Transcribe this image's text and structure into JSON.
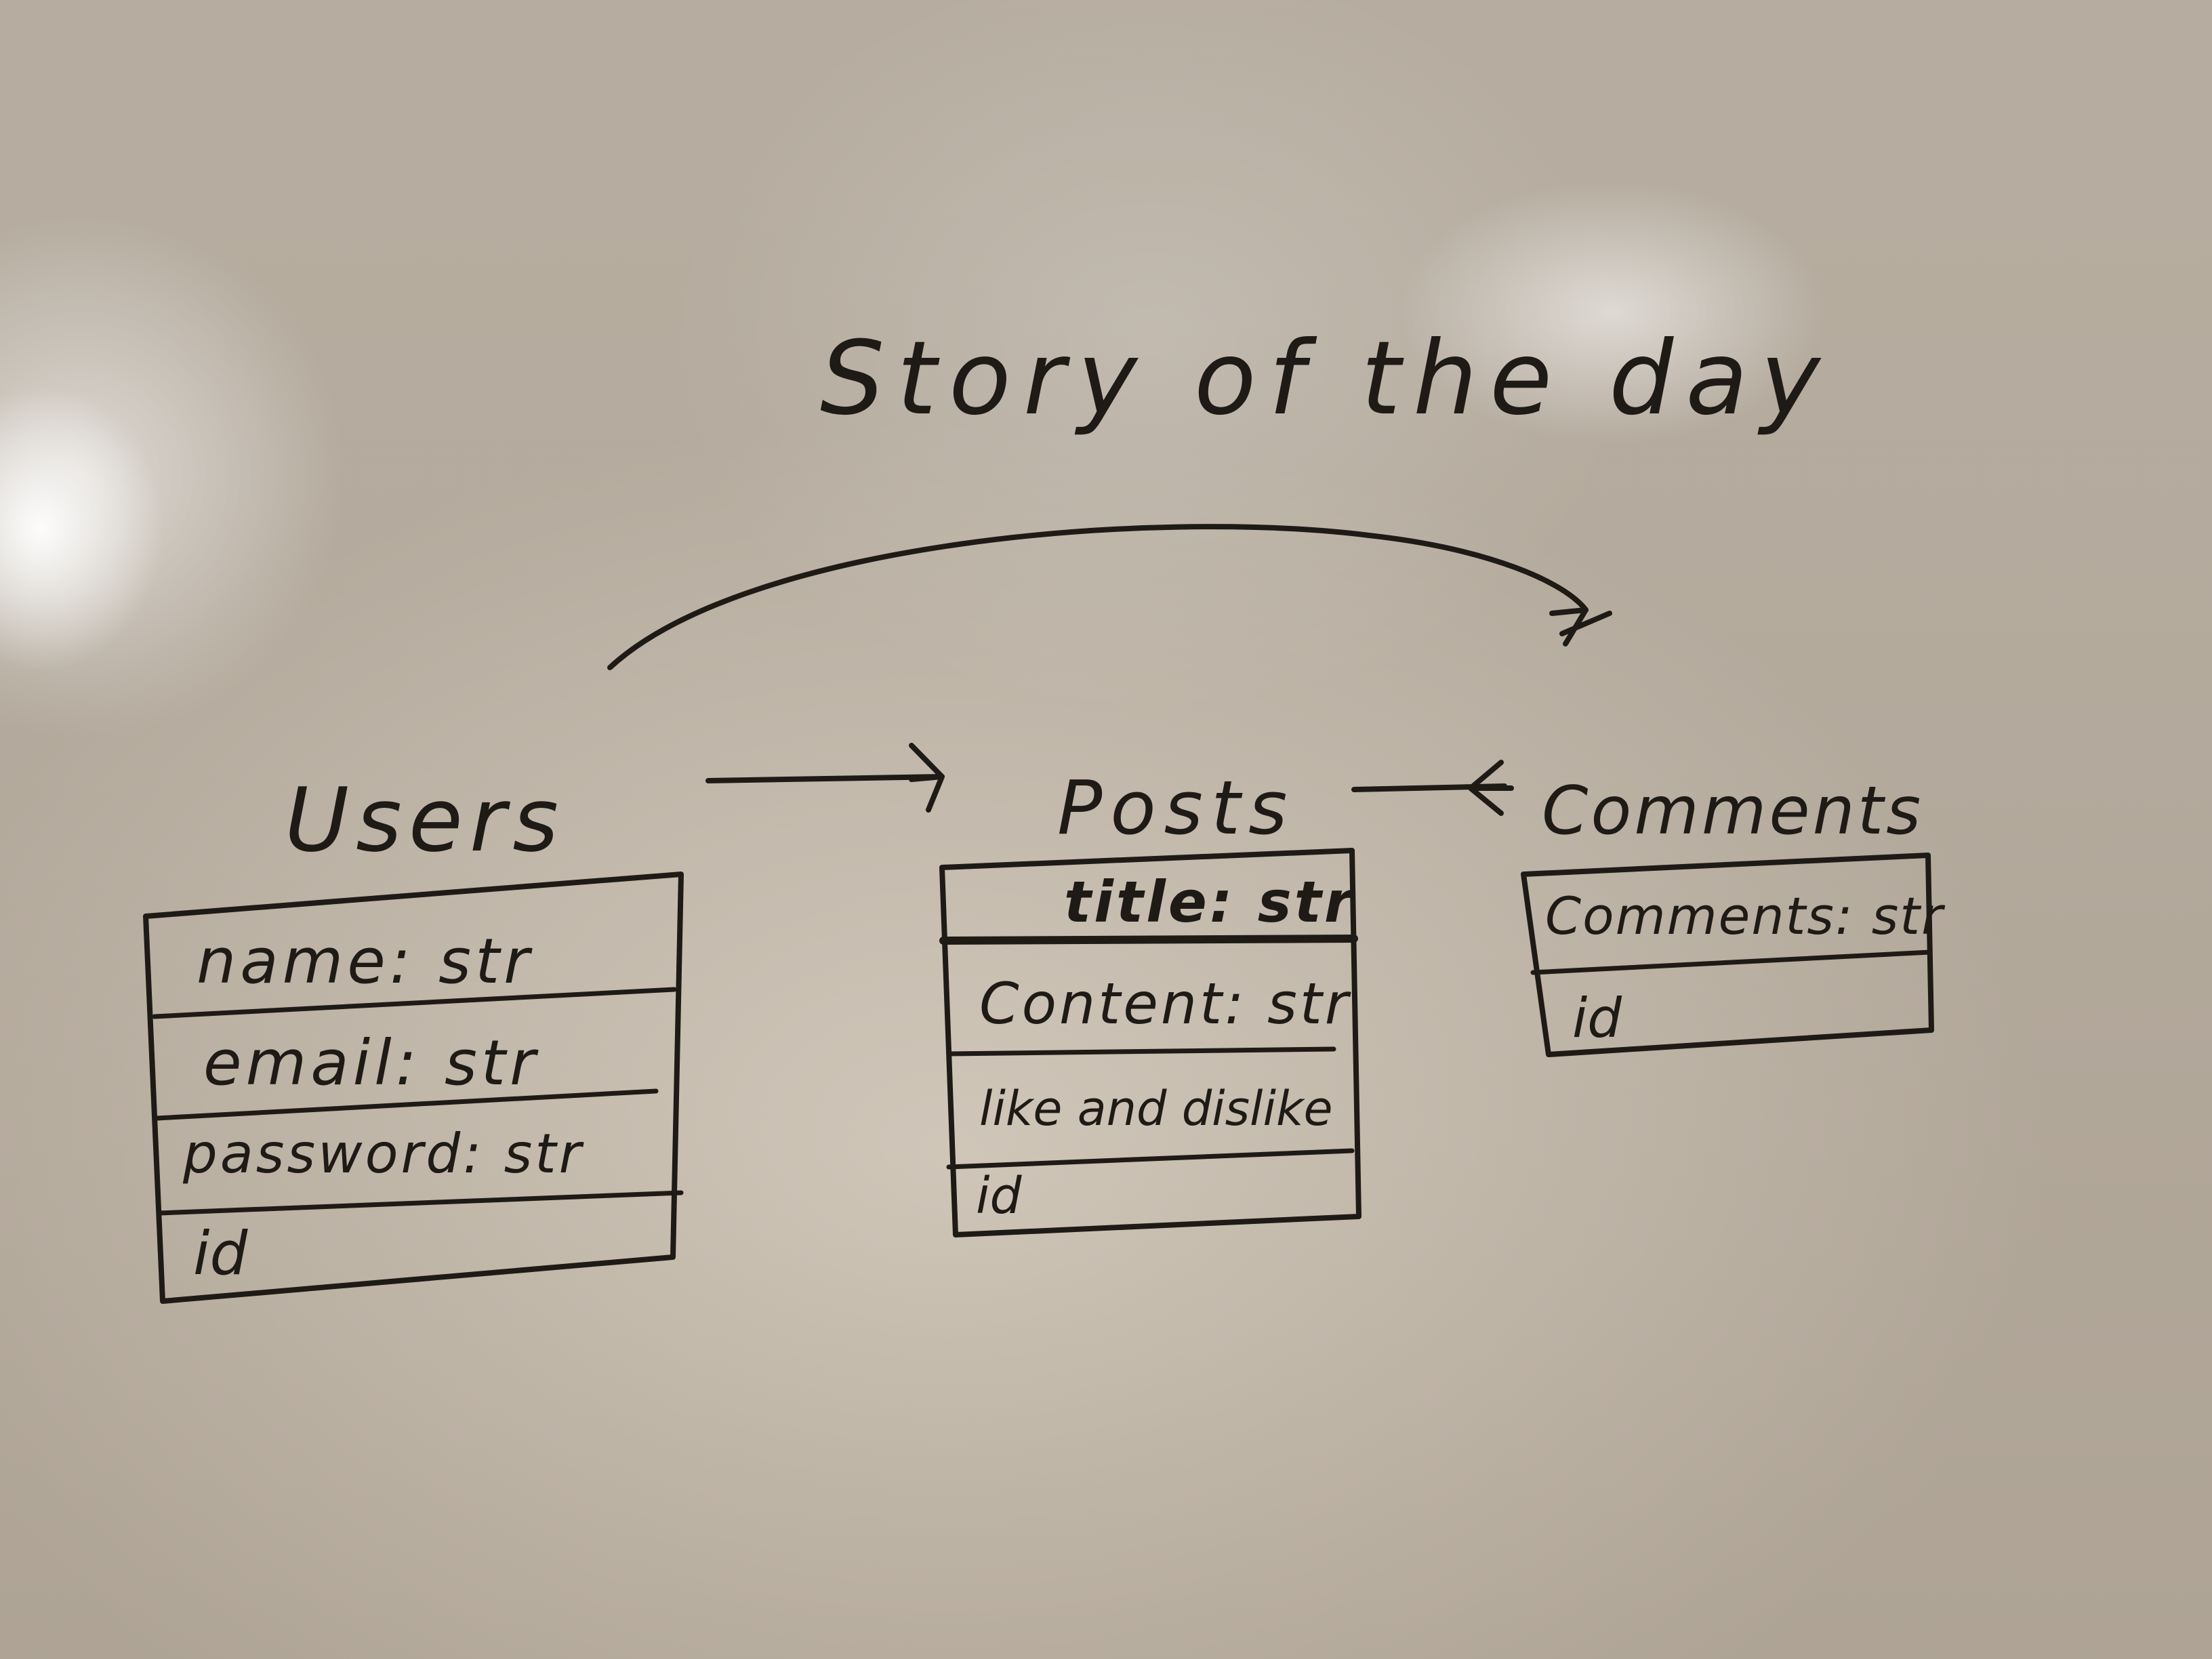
{
  "title": "Story of the day",
  "entities": {
    "users": {
      "name": "Users",
      "fields": [
        "name: str",
        "email: str",
        "password: str",
        "id"
      ]
    },
    "posts": {
      "name": "Posts",
      "fields": [
        "title: str",
        "Content: str",
        "like and dislike",
        "id"
      ]
    },
    "comments": {
      "name": "Comments",
      "fields": [
        "Comments: str",
        "id"
      ]
    }
  },
  "colors": {
    "ink": "#1e1a16",
    "board": "#d3cabd"
  }
}
